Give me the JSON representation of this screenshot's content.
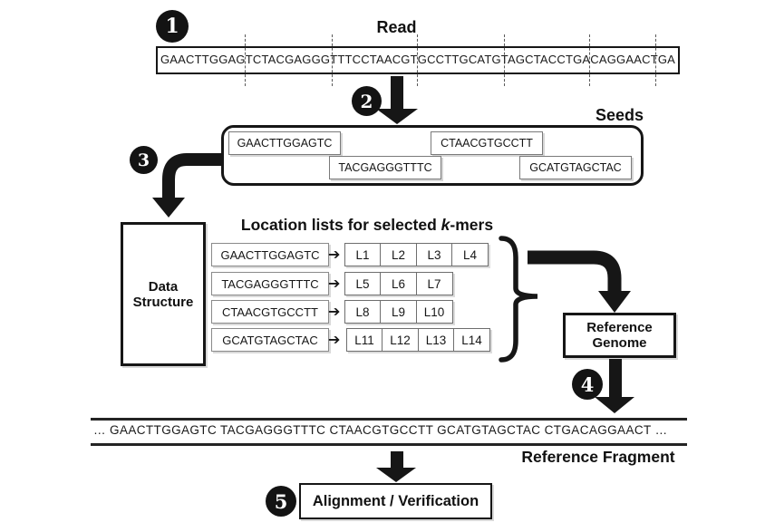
{
  "colors": {
    "ink": "#161616",
    "gray_border": "#7a7a7a",
    "background": "#ffffff"
  },
  "step_badges": [
    "1",
    "2",
    "3",
    "4",
    "5"
  ],
  "read": {
    "title": "Read",
    "sequence": "GAACTTGGAGTCTACGAGGGTTTCCTAACGTGCCTTGCATGTAGCTACCTGACAGGAACTGA"
  },
  "seeds": {
    "label": "Seeds",
    "items": [
      "GAACTTGGAGTC",
      "TACGAGGGTTTC",
      "CTAACGTGCCTT",
      "GCATGTAGCTAC"
    ]
  },
  "data_structure": {
    "line1": "Data",
    "line2": "Structure"
  },
  "location_lists": {
    "title_prefix": "Location lists for selected ",
    "title_italic": "k",
    "title_suffix": "-mers",
    "rows": [
      {
        "kmer": "GAACTTGGAGTC",
        "locations": [
          "L1",
          "L2",
          "L3",
          "L4"
        ]
      },
      {
        "kmer": "TACGAGGGTTTC",
        "locations": [
          "L5",
          "L6",
          "L7"
        ]
      },
      {
        "kmer": "CTAACGTGCCTT",
        "locations": [
          "L8",
          "L9",
          "L10"
        ]
      },
      {
        "kmer": "GCATGTAGCTAC",
        "locations": [
          "L11",
          "L12",
          "L13",
          "L14"
        ]
      }
    ]
  },
  "reference_genome": {
    "line1": "Reference",
    "line2": "Genome"
  },
  "reference_fragment": {
    "sequence": "… GAACTTGGAGTC TACGAGGGTTTC CTAACGTGCCTT GCATGTAGCTAC CTGACAGGAACT …",
    "label": "Reference Fragment"
  },
  "alignment": {
    "label": "Alignment / Verification"
  }
}
